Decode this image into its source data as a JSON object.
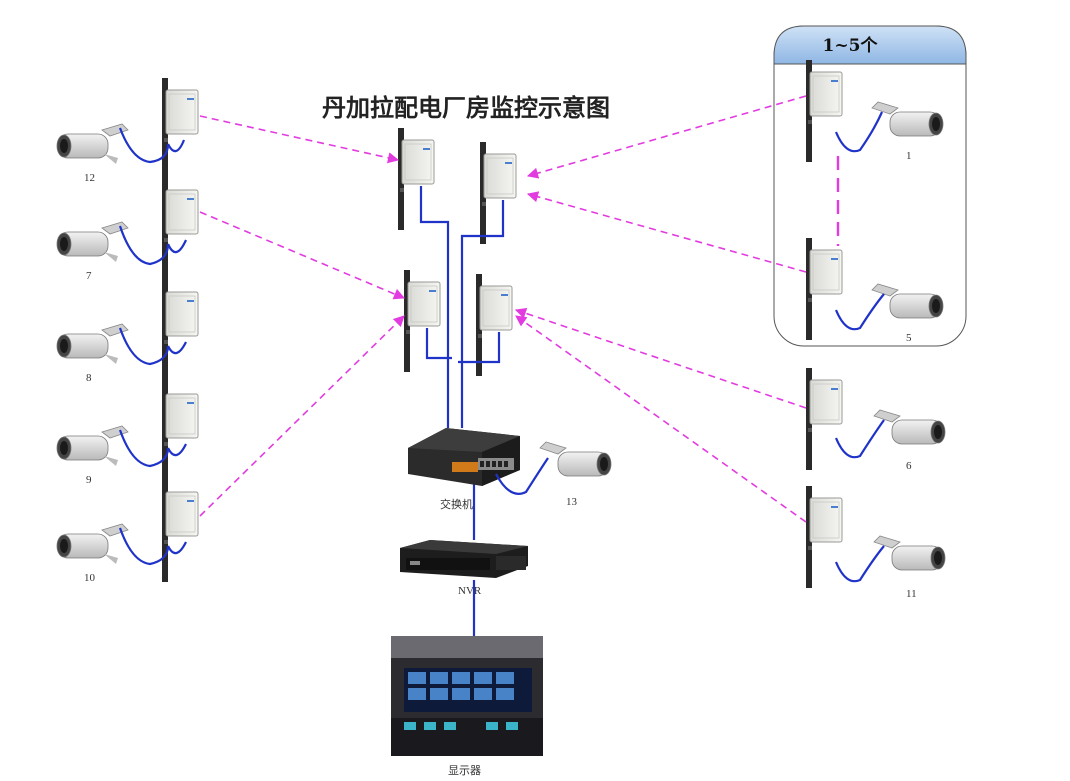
{
  "title": "丹加拉配电厂房监控示意图",
  "group_label": "1~5个",
  "hub": {
    "switch_label": "交换机",
    "nvr_label": "NVR",
    "display_label": "显示器",
    "local_camera_label": "13"
  },
  "cameras": [
    {
      "id": "12"
    },
    {
      "id": "7"
    },
    {
      "id": "8"
    },
    {
      "id": "9"
    },
    {
      "id": "10"
    },
    {
      "id": "1"
    },
    {
      "id": "5"
    },
    {
      "id": "6"
    },
    {
      "id": "11"
    }
  ],
  "colors": {
    "wired": "#1f33c9",
    "wireless": "#e23be0",
    "group_header": "#9fc3ea"
  },
  "legend_icons": [
    "camera-icon",
    "wireless-bridge-icon",
    "switch-icon",
    "nvr-icon",
    "monitor-icon"
  ]
}
